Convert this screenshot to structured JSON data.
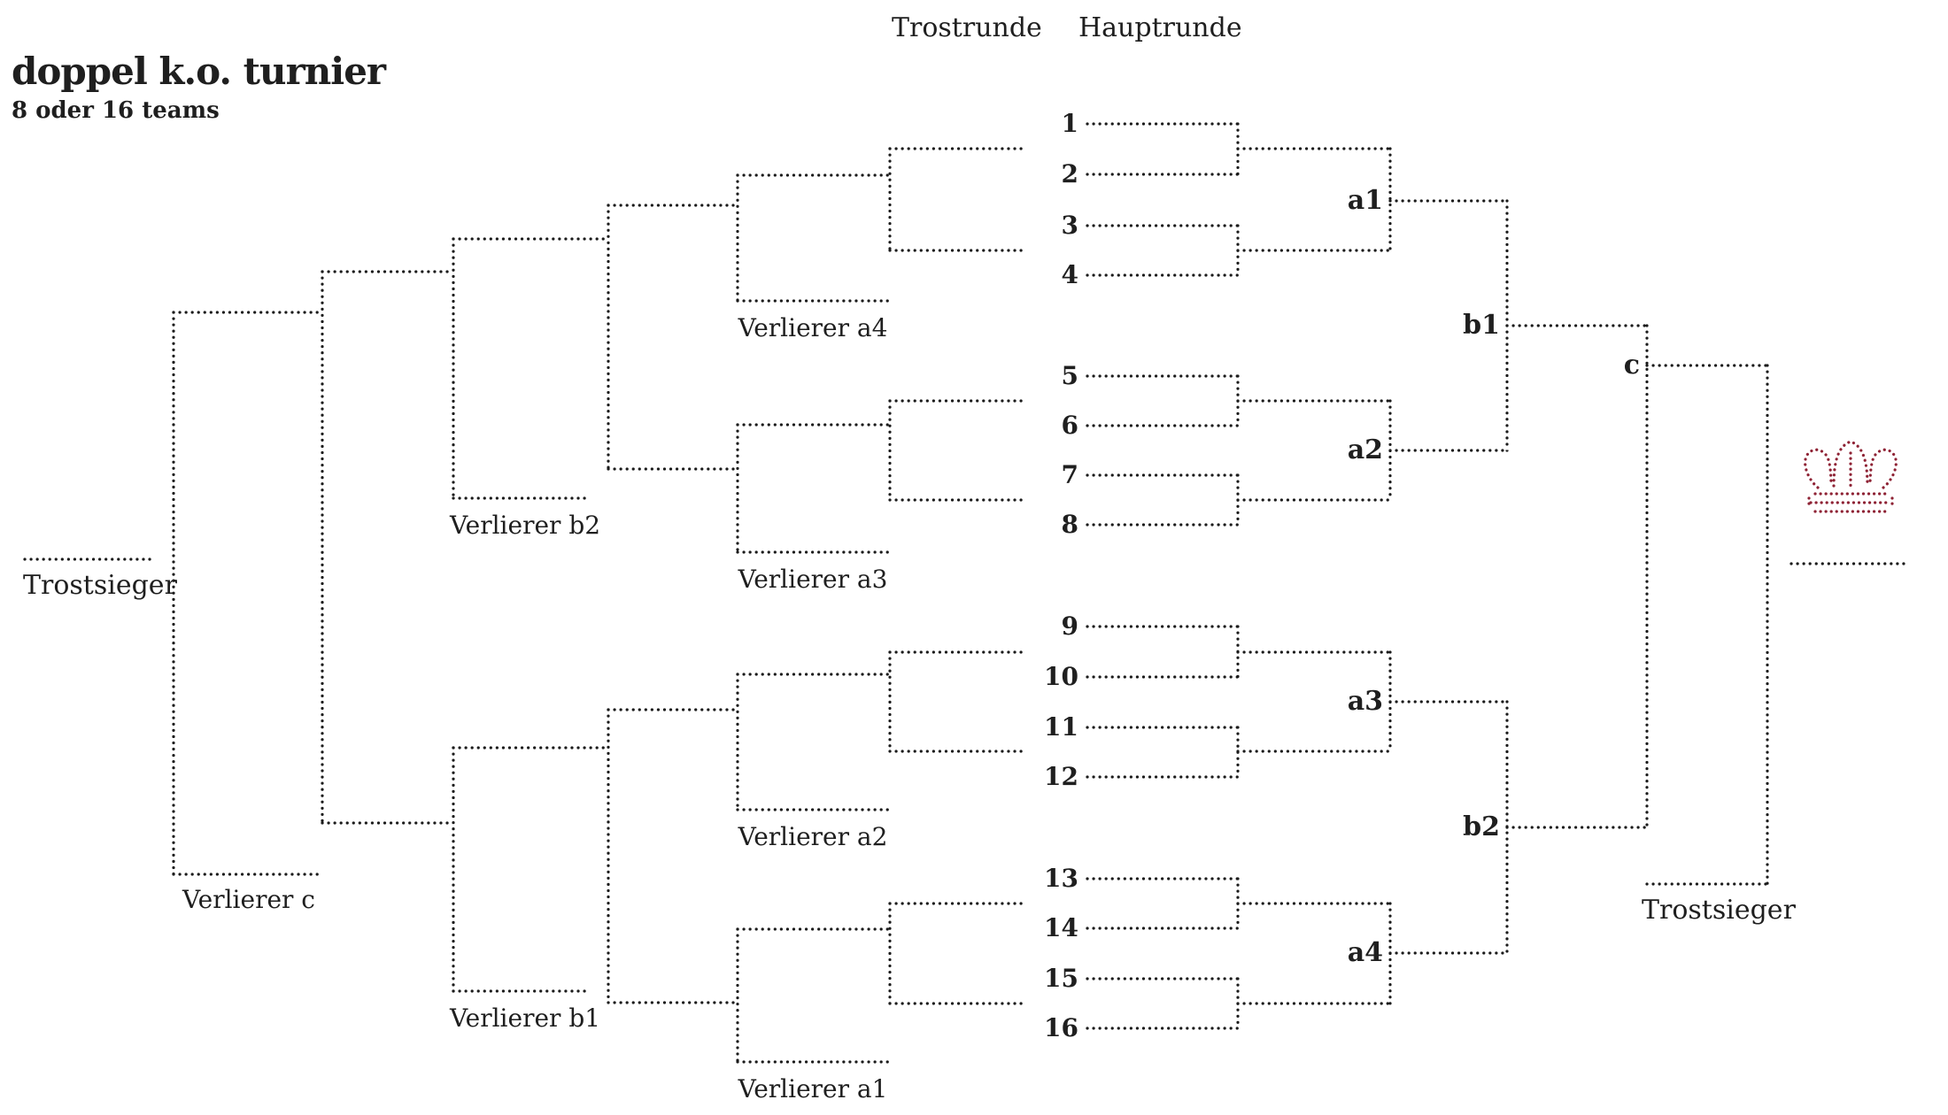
{
  "title": "doppel k.o. turnier",
  "subtitle": "8 oder 16 teams",
  "columns": {
    "trostrunde": "Trostrunde",
    "hauptrunde": "Hauptrunde"
  },
  "main": {
    "teams": [
      "1",
      "2",
      "3",
      "4",
      "5",
      "6",
      "7",
      "8",
      "9",
      "10",
      "11",
      "12",
      "13",
      "14",
      "15",
      "16"
    ],
    "matches": {
      "a1": "a1",
      "a2": "a2",
      "a3": "a3",
      "a4": "a4",
      "b1": "b1",
      "b2": "b2",
      "c": "c"
    }
  },
  "consolation": {
    "verlierer_a4": "Verlierer a4",
    "verlierer_a3": "Verlierer a3",
    "verlierer_a2": "Verlierer a2",
    "verlierer_a1": "Verlierer a1",
    "verlierer_b2": "Verlierer b2",
    "verlierer_b1": "Verlierer b1",
    "verlierer_c": "Verlierer c",
    "trostsieger_left": "Trostsieger",
    "trostsieger_right": "Trostsieger"
  },
  "icons": {
    "champion": "crown-icon"
  },
  "colors": {
    "line": "#1b1b1b",
    "crown": "#8e2234",
    "text": "#1f1f1f"
  }
}
